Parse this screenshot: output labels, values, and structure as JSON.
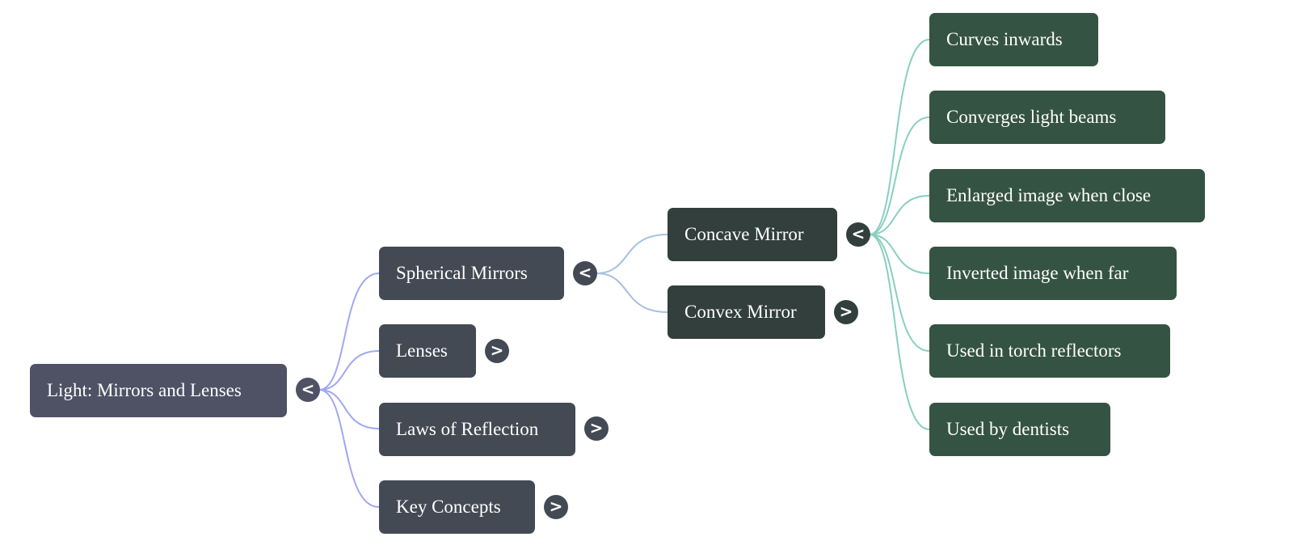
{
  "colors": {
    "root_bg": "#4f5165",
    "level1_bg": "#434a54",
    "level2_bg": "#323f3c",
    "level3_bg": "#355342",
    "link_level1": "#a0a8f0",
    "link_level2": "#a8c0e0",
    "link_level3": "#88d0c0"
  },
  "mindmap": {
    "root": {
      "label": "Light: Mirrors and Lenses",
      "toggle": "<",
      "expanded": true
    },
    "level1": [
      {
        "label": "Spherical Mirrors",
        "toggle": "<",
        "expanded": true
      },
      {
        "label": "Lenses",
        "toggle": ">",
        "expanded": false
      },
      {
        "label": "Laws of Reflection",
        "toggle": ">",
        "expanded": false
      },
      {
        "label": "Key Concepts",
        "toggle": ">",
        "expanded": false
      }
    ],
    "level2": [
      {
        "label": "Concave Mirror",
        "toggle": "<",
        "expanded": true
      },
      {
        "label": "Convex Mirror",
        "toggle": ">",
        "expanded": false
      }
    ],
    "level3": [
      {
        "label": "Curves inwards"
      },
      {
        "label": "Converges light beams"
      },
      {
        "label": "Enlarged image when close"
      },
      {
        "label": "Inverted image when far"
      },
      {
        "label": "Used in torch reflectors"
      },
      {
        "label": "Used by dentists"
      }
    ]
  }
}
